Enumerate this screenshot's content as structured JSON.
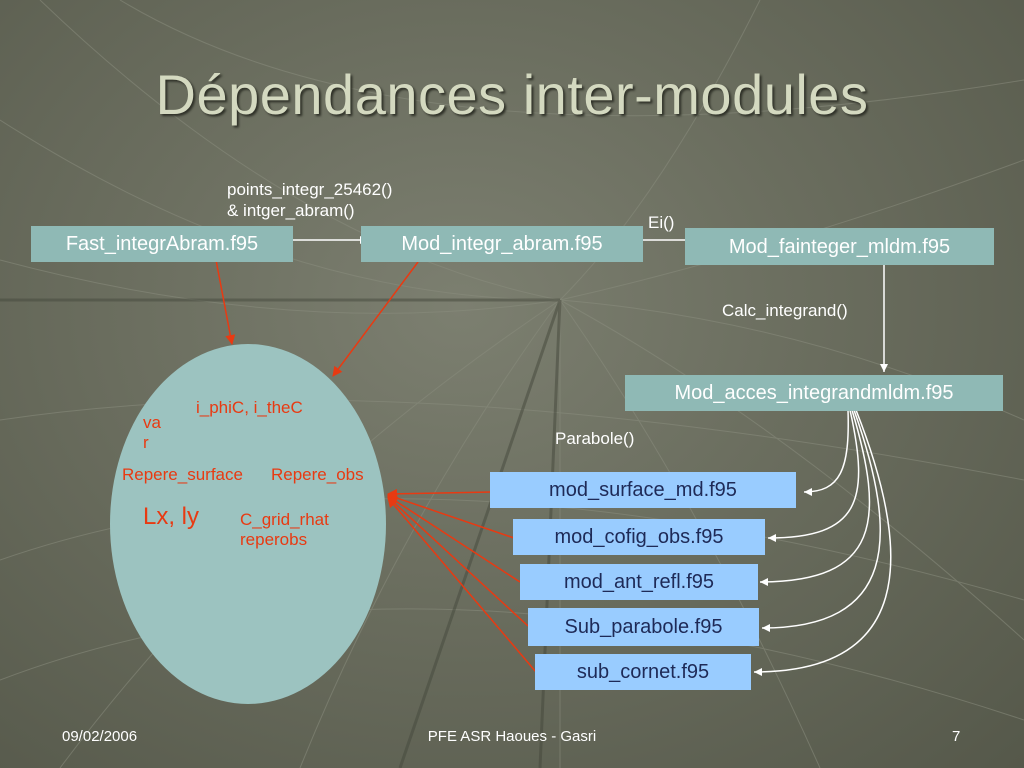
{
  "title": "Dépendances inter-modules",
  "modules": {
    "fast": "Fast_integrAbram.f95",
    "mod_integr": "Mod_integr_abram.f95",
    "mod_fainteger": "Mod_fainteger_mldm.f95",
    "mod_acces": "Mod_acces_integrandmldm.f95",
    "surface": "mod_surface_md.f95",
    "cofig": "mod_cofig_obs.f95",
    "ant_refl": "mod_ant_refl.f95",
    "sub_parabole": "Sub_parabole.f95",
    "sub_cornet": "sub_cornet.f95"
  },
  "edge_labels": {
    "points_line1": "points_integr_25462()",
    "points_line2": "& intger_abram()",
    "ei": "Ei()",
    "calc": "Calc_integrand()",
    "parabole": "Parabole()"
  },
  "variables": {
    "iphic": "i_phiC, i_theC",
    "var_line1": "va",
    "var_line2": "r",
    "repere_surface": "Repere_surface",
    "repere_obs": "Repere_obs",
    "lxly": "Lx, ly",
    "cgrid_line1": "C_grid_rhat",
    "cgrid_line2": "reperobs"
  },
  "footer": {
    "date": "09/02/2006",
    "center": "PFE ASR Haoues - Gasri",
    "page": "7"
  },
  "colors": {
    "box_teal": "#8fb9b5",
    "box_blue": "#99ccff",
    "arrow_red": "#e83a12",
    "title": "#d4d9c0"
  }
}
